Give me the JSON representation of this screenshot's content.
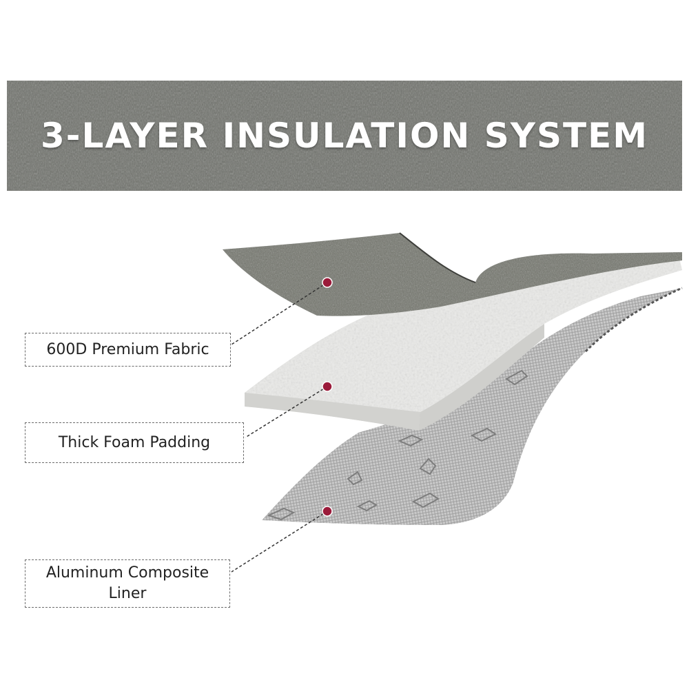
{
  "banner": {
    "title": "3-LAYER INSULATION SYSTEM",
    "texture_color": "#6e706a"
  },
  "layers": [
    {
      "label": "600D Premium Fabric",
      "material_color": "#6f716b"
    },
    {
      "label": "Thick Foam Padding",
      "material_color": "#e6e6e4"
    },
    {
      "label": "Aluminum Composite\nLiner",
      "material_color": "#c8c8c8"
    }
  ],
  "marker_color": "#9b1b3a"
}
